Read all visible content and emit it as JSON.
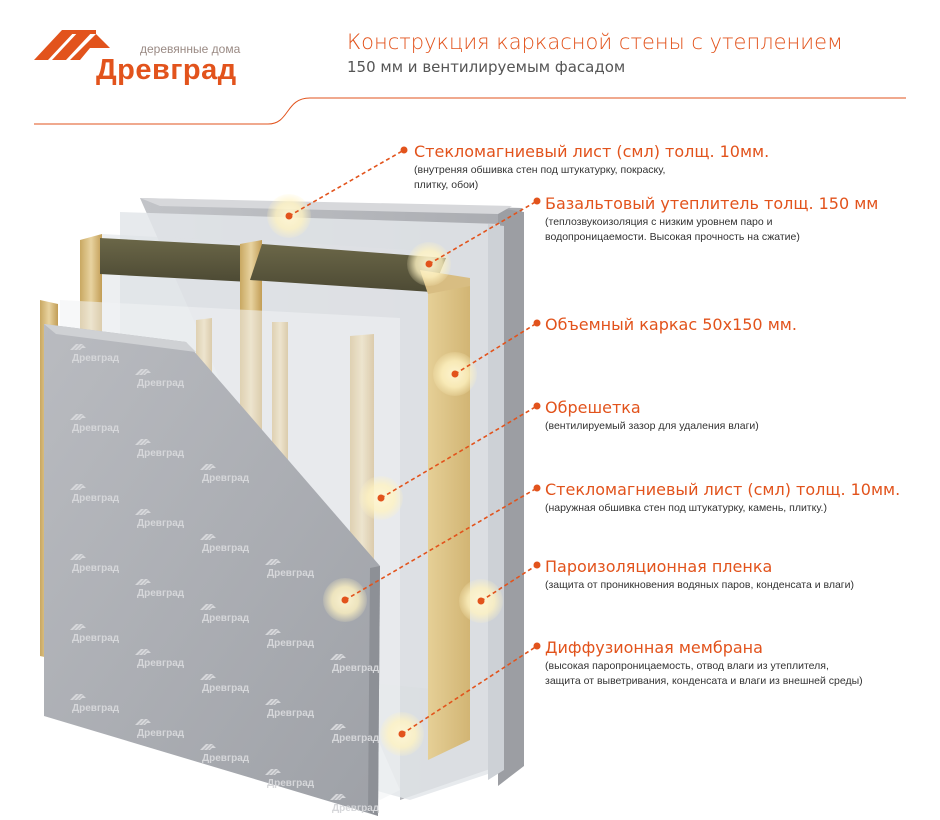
{
  "brand": {
    "subtitle": "деревянные дома",
    "name": "Древград",
    "color": "#e2531c"
  },
  "header": {
    "title": "Конструкция каркасной стены с утеплением",
    "subtitle": "150 мм и вентилируемым фасадом"
  },
  "panel_watermark": "Древград",
  "layers": [
    {
      "title": "Стекломагниевый лист (смл) толщ. 10мм.",
      "desc": [
        "(внутреняя обшивка стен под штукатурку, покраску,",
        "плитку, обои)"
      ]
    },
    {
      "title": "Базальтовый утеплитель толщ. 150 мм",
      "desc": [
        "(теплозвукоизоляция с низким уровнем паро и",
        "водопроницаемости. Высокая прочность на сжатие)"
      ]
    },
    {
      "title": "Объемный каркас 50х150 мм.",
      "desc": []
    },
    {
      "title": "Обрешетка",
      "desc": [
        "(вентилируемый зазор для удаления влаги)"
      ]
    },
    {
      "title": "Стекломагниевый лист (смл) толщ. 10мм.",
      "desc": [
        "(наружная обшивка стен под штукатурку, камень, плитку.)"
      ]
    },
    {
      "title": "Пароизоляционная пленка",
      "desc": [
        "(защита от проникновения водяных паров, конденсата и влаги)"
      ]
    },
    {
      "title": "Диффузионная мембрана",
      "desc": [
        "(высокая паропроницаемость, отвод влаги из утеплителя,",
        "защита от выветривания, конденсата и влаги из внешней среды)"
      ]
    }
  ]
}
